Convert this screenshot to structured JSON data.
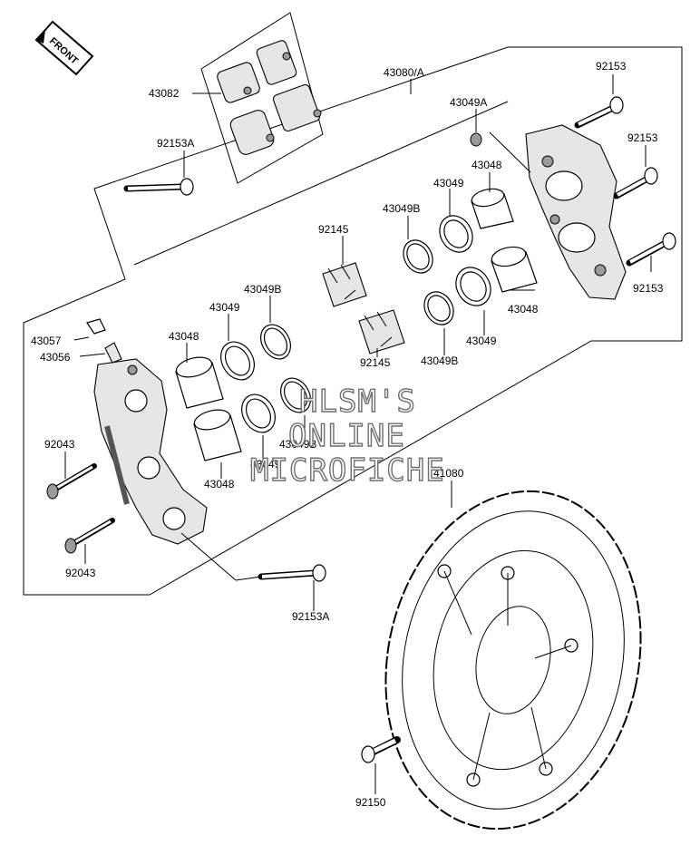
{
  "front_badge": "FRONT",
  "watermark": [
    "HLSM'S",
    "ONLINE",
    "MICROFICHE"
  ],
  "labels": {
    "p43082": "43082",
    "p43080A": "43080/A",
    "p92153_top": "92153",
    "p43049A": "43049A",
    "p92153_mid": "92153",
    "p92153A_top": "92153A",
    "p43048_upper": "43048",
    "p43049_upper": "43049",
    "p43049B_upper": "43049B",
    "p92145_upper": "92145",
    "p92153_low": "92153",
    "p43048_right": "43048",
    "p43049B_left": "43049B",
    "p43049_left": "43049",
    "p43049_right": "43049",
    "p43057": "43057",
    "p43056": "43056",
    "p43048_left": "43048",
    "p43049B_right": "43049B",
    "p92145_lower": "92145",
    "p43049B_mid": "43049B",
    "p43049_mid": "43049",
    "p41080": "41080",
    "p92043_top": "92043",
    "p43048_low": "43048",
    "p92043_bot": "92043",
    "p92153A_bot": "92153A",
    "p92150": "92150"
  }
}
